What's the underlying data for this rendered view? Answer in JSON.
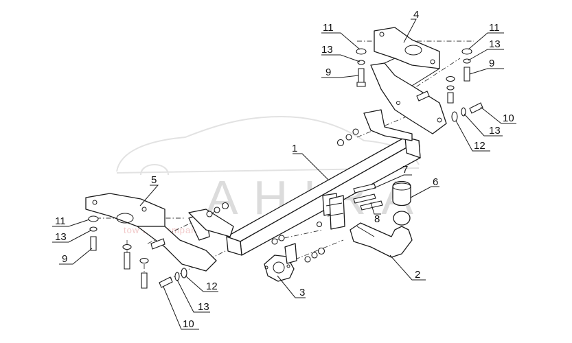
{
  "watermark": {
    "brand": "AHIRA",
    "subtitle": "tow bar company"
  },
  "colors": {
    "line": "#1a1a1a",
    "watermark": "#dcdcdc",
    "watermark_sub": "#f1c9c9"
  },
  "callouts": {
    "c1": "1",
    "c2": "2",
    "c3": "3",
    "c4": "4",
    "c5": "5",
    "c6": "6",
    "c7": "7",
    "c8": "8",
    "c9a": "9",
    "c9b": "9",
    "c9c": "9",
    "c10a": "10",
    "c10b": "10",
    "c11a": "11",
    "c11b": "11",
    "c11c": "11",
    "c12a": "12",
    "c12b": "12",
    "c13a": "13",
    "c13b": "13",
    "c13c": "13",
    "c13d": "13",
    "c13e": "13"
  }
}
